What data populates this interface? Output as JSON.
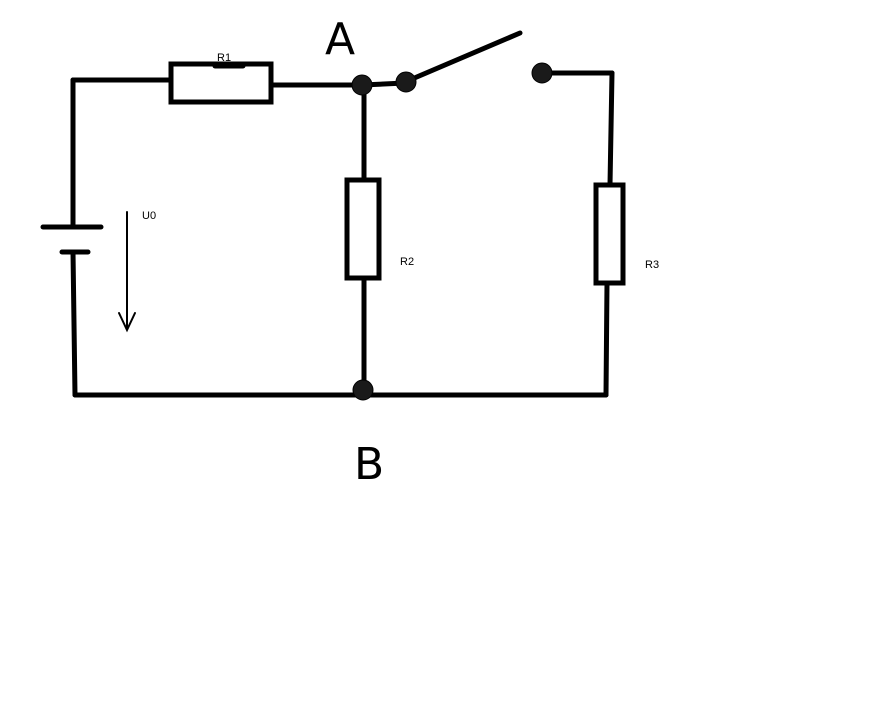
{
  "diagram": {
    "labels": {
      "node_a": "A",
      "node_b": "B",
      "r1": "R1",
      "r2": "R2",
      "r3": "R3",
      "u0": "U0"
    }
  }
}
